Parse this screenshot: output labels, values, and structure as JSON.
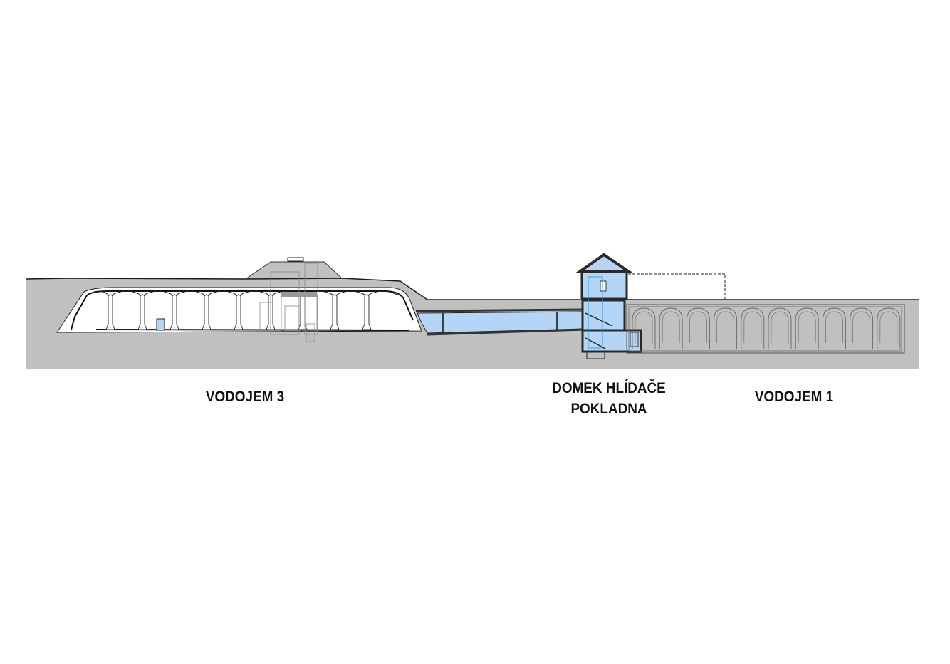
{
  "labels": {
    "vodojem3": "VODOJEM 3",
    "domek_line1": "DOMEK HLÍDAČE",
    "domek_line2": "POKLADNA",
    "vodojem1": "VODOJEM 1"
  },
  "colors": {
    "ground": "#c0c0c0",
    "glass": "#b5d5f7",
    "line": "#1a1a1a"
  }
}
